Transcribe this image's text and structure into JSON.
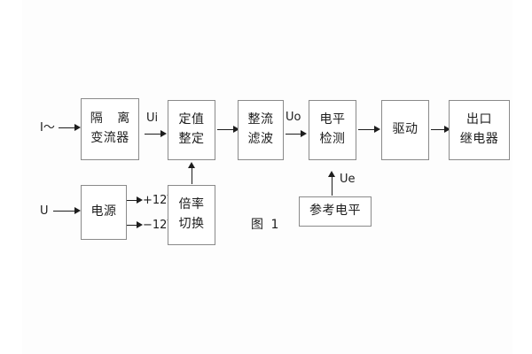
{
  "figure": {
    "caption": "图 1",
    "line_color": "#1d1d1d",
    "border_color": "#8a8a8a",
    "background": "#ffffff"
  },
  "blocks": {
    "isolation_ct": {
      "line1": "隔 离",
      "line2": "变流器"
    },
    "setting": {
      "line1": "定值",
      "line2": "整定"
    },
    "rectify_filter": {
      "line1": "整流",
      "line2": "滤波"
    },
    "level_detect": {
      "line1": "电平",
      "line2": "检测"
    },
    "drive": {
      "line1": "驱动"
    },
    "output_relay": {
      "line1": "出口",
      "line2": "继电器"
    },
    "power_supply": {
      "line1": "电源"
    },
    "multiplier_switch": {
      "line1": "倍率",
      "line2": "切换"
    },
    "reference_level": {
      "line1": "参考电平"
    }
  },
  "signals": {
    "current_input": "I～",
    "voltage_input": "U",
    "ui": "Ui",
    "uo": "Uo",
    "ue": "Ue",
    "rail_positive": "+12V",
    "rail_negative": "−12V"
  }
}
